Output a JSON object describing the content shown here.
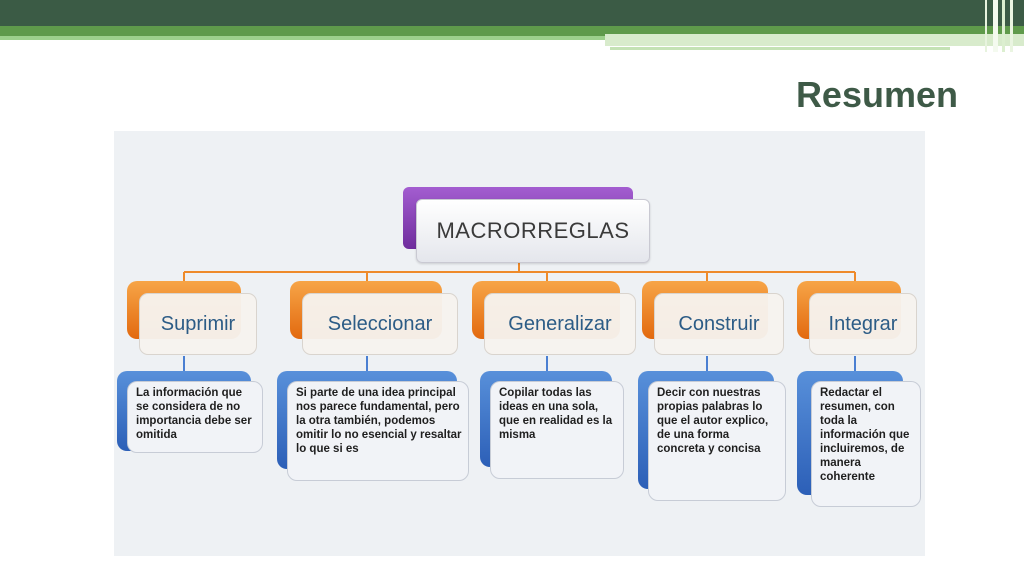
{
  "slide": {
    "title": "Resumen"
  },
  "diagram": {
    "root": "MACRORREGLAS",
    "branches": [
      {
        "label": "Suprimir",
        "description": "La información que se considera de no importancia debe ser omitida"
      },
      {
        "label": "Seleccionar",
        "description": "Si parte de una idea principal nos parece fundamental, pero la otra también, podemos omitir lo no esencial y resaltar lo que si es"
      },
      {
        "label": "Generalizar",
        "description": "Copilar todas las ideas en una sola, que en realidad es la misma"
      },
      {
        "label": "Construir",
        "description": "Decir con nuestras propias palabras lo que el autor explico, de una forma concreta y concisa"
      },
      {
        "label": "Integrar",
        "description": "Redactar el resumen, con toda la información que incluiremos, de manera coherente"
      }
    ]
  },
  "colors": {
    "header_dark": "#3b5b45",
    "header_green": "#5f9a4b",
    "title": "#3e5a47",
    "root_accent": "#7b37ad",
    "branch_accent": "#ee8221",
    "description_accent": "#3469c2",
    "connector": "#ee8a2a",
    "label_text": "#2c5c86"
  }
}
